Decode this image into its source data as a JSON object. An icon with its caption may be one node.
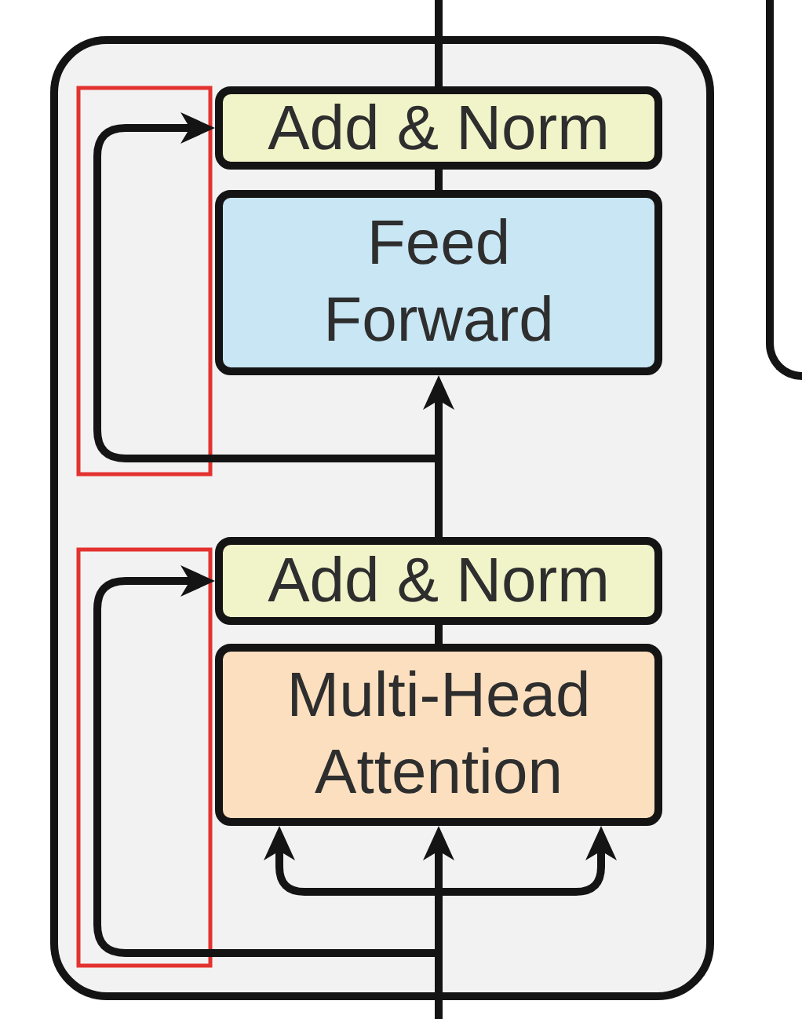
{
  "diagram": {
    "nodes": [
      {
        "text": [],
        "shape": "box"
      },
      {
        "text": [
          "Add & Norm"
        ],
        "in": 0
      },
      {
        "text": [
          "Feed Forward"
        ],
        "in": 0
      },
      {
        "text": [
          "Add & Norm"
        ],
        "in": 0
      },
      {
        "text": [
          "Multi-Head Attention"
        ],
        "in": 0
      },
      {
        "text": [],
        "shape": "box"
      }
    ],
    "edges": [
      {
        "from": 1,
        "to": null,
        "arrow": "none"
      },
      {
        "from": 2,
        "to": 1,
        "arrow": "none"
      },
      {
        "from": 3,
        "to": 2,
        "arrow": "to"
      },
      {
        "from": 3,
        "to": 1,
        "arrow": "to"
      },
      {
        "from": 4,
        "to": 3,
        "arrow": "none"
      },
      {
        "from": null,
        "to": 4,
        "arrow": "to"
      },
      {
        "from": null,
        "to": 4,
        "arrow": "to"
      },
      {
        "from": null,
        "to": 4,
        "arrow": "to"
      },
      {
        "from": null,
        "to": 3,
        "arrow": "to"
      }
    ]
  }
}
